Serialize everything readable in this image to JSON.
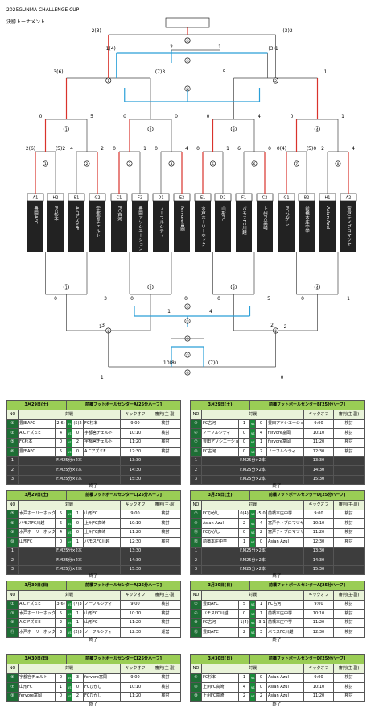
{
  "title": "2025GUNMA CHALLENGE CUP",
  "subtitle": "決勝トーナメント",
  "teams": [
    {
      "seed": "A1",
      "name": "豊田AFC"
    },
    {
      "seed": "H2",
      "name": "FC杉本"
    },
    {
      "seed": "B1",
      "name": "A.CアズミE"
    },
    {
      "seed": "G2",
      "name": "宇都宮チェルト"
    },
    {
      "seed": "C1",
      "name": "FC古河"
    },
    {
      "seed": "F2",
      "name": "豊田アソシエーション"
    },
    {
      "seed": "D1",
      "name": "ノーフルシティ"
    },
    {
      "seed": "E2",
      "name": "fervore富岡"
    },
    {
      "seed": "E1",
      "name": "水戸ホーリーホック"
    },
    {
      "seed": "D2",
      "name": "山形FC"
    },
    {
      "seed": "F1",
      "name": "バモスFC川越"
    },
    {
      "seed": "C2",
      "name": "上州FC高崎"
    },
    {
      "seed": "G1",
      "name": "FCひがし"
    },
    {
      "seed": "B2",
      "name": "前橋本庄中学"
    },
    {
      "seed": "H1",
      "name": "Asian Azul"
    },
    {
      "seed": "A2",
      "name": "富戸ティブロマツヤ"
    }
  ],
  "upper_scores": {
    "r1": [
      "2(6)",
      "(5)2",
      "4",
      "2",
      "0",
      "1",
      "0",
      "4",
      "0",
      "1",
      "6",
      "0",
      "0(4)",
      "(5)0",
      "2",
      "4"
    ],
    "r2": [
      "0",
      "5",
      "0",
      "1",
      "0",
      "0",
      "1",
      "0",
      "0",
      "4",
      "1",
      "0",
      "0",
      "1",
      "2",
      "0"
    ],
    "sf": [
      "3(6)",
      "(7)3",
      "5",
      "1"
    ],
    "final": [
      "2(3)",
      "(3)2"
    ],
    "third": [
      "1(4)",
      "(3)1",
      "2",
      "1"
    ]
  },
  "lower_scores": {
    "r2": [
      "0",
      "1",
      "3",
      "0",
      "0",
      "2",
      "0",
      "5",
      "0",
      "1",
      "0",
      "0"
    ],
    "sf": [
      "1",
      "4",
      "3",
      "2",
      "1",
      "2"
    ],
    "final": [
      "0(8)",
      "(7)0",
      "1",
      "0",
      "1"
    ]
  },
  "schedules": [
    {
      "date": "3月29日(土)",
      "venue": "前橋フットボールセンターA[25分ハーフ]",
      "rows": [
        [
          "①",
          "豊田AFC",
          "2(6)",
          "(5)2",
          "FC杉本",
          "9:00",
          "検討"
        ],
        [
          "②",
          "A.CアズミE",
          "4",
          "0",
          "宇都宮チェルト",
          "10:10",
          "検討"
        ],
        [
          "⑤",
          "FC杉本",
          "0",
          "2",
          "宇都宮チェルト",
          "11:20",
          "検討"
        ],
        [
          "⑥",
          "豊田AFC",
          "5",
          "0",
          "A.CアズミE",
          "12:30",
          "検討"
        ]
      ],
      "fm": [
        [
          "1",
          "F.M25分×2本",
          "13:30"
        ],
        [
          "2",
          "F.M25分×2本",
          "14:30"
        ],
        [
          "3",
          "F.M25分×2本",
          "15:30"
        ]
      ],
      "end": "終了"
    },
    {
      "date": "3月29日(土)",
      "venue": "前橋フットボールセンターB[25分ハーフ]",
      "rows": [
        [
          "③",
          "FC古河",
          "1",
          "0",
          "豊田アソシエーション",
          "9:00",
          "検討"
        ],
        [
          "④",
          "ノーフルシティ",
          "0",
          "4",
          "fervore富岡",
          "10:10",
          "検討"
        ],
        [
          "⑦",
          "豊田アソシエーション",
          "0",
          "1",
          "fervore富岡",
          "11:20",
          "検討"
        ],
        [
          "⑧",
          "FC古河",
          "0",
          "2",
          "ノーフルシティ",
          "12:30",
          "検討"
        ]
      ],
      "fm": [
        [
          "1",
          "F.M25分×2本",
          "13:30"
        ],
        [
          "2",
          "F.M25分×2本",
          "14:30"
        ],
        [
          "3",
          "F.M25分×2本",
          "15:30"
        ]
      ],
      "end": "終了"
    },
    {
      "date": "3月29日(土)",
      "venue": "前橋フットボールセンターC[25分ハーフ]",
      "rows": [
        [
          "⑤",
          "水戸ホーリーホック",
          "5",
          "1",
          "山形FC",
          "9:00",
          "検討"
        ],
        [
          "⑥",
          "バモスFC川越",
          "6",
          "0",
          "上州FC高崎",
          "10:10",
          "検討"
        ],
        [
          "⑨",
          "水戸ホーリーホック",
          "4",
          "0",
          "上州FC高崎",
          "11:20",
          "検討"
        ],
        [
          "⑩",
          "山形FC",
          "0",
          "1",
          "バモスFC川越",
          "12:30",
          "検討"
        ]
      ],
      "fm": [
        [
          "1",
          "F.M25分×2本",
          "13:30"
        ],
        [
          "2",
          "F.M25分×2本",
          "14:30"
        ],
        [
          "3",
          "F.M25分×2本",
          "15:30"
        ]
      ],
      "end": "終了"
    },
    {
      "date": "3月29日(土)",
      "venue": "前橋フットボールセンターD[25分ハーフ]",
      "rows": [
        [
          "⑦",
          "FCひがし",
          "0(4)",
          "(5)0",
          "前橋本庄中学",
          "9:00",
          "検討"
        ],
        [
          "⑧",
          "Asian Azul",
          "2",
          "4",
          "富戸ティブロマツヤ",
          "10:10",
          "検討"
        ],
        [
          "⑪",
          "FCひがし",
          "0",
          "2",
          "富戸ティブロマツヤ",
          "11:20",
          "検討"
        ],
        [
          "⑫",
          "前橋本庄中学",
          "1",
          "0",
          "Asian Azul",
          "12:30",
          "検討"
        ]
      ],
      "fm": [
        [
          "1",
          "F.M25分×2本",
          "13:30"
        ],
        [
          "2",
          "F.M25分×2本",
          "14:30"
        ],
        [
          "3",
          "F.M25分×2本",
          "15:30"
        ]
      ],
      "end": "終了"
    },
    {
      "date": "3月30日(日)",
      "venue": "前橋フットボールセンターA[25分ハーフ]",
      "rows": [
        [
          "①",
          "A.CアズミE",
          "3(6)",
          "(7)3",
          "ノーフルシティ",
          "9:00",
          "検討"
        ],
        [
          "③",
          "水戸ホーリーホック",
          "5",
          "1",
          "山形FC",
          "10:10",
          "検討"
        ],
        [
          "⑨",
          "A.CアズミE",
          "2",
          "1",
          "山形FC",
          "11:20",
          "検討"
        ],
        [
          "⑪",
          "水戸ホーリーホック",
          "3",
          "(2)3",
          "ノーフルシティ",
          "12:30",
          "運営"
        ]
      ],
      "fm": [],
      "end": "終了"
    },
    {
      "date": "3月30日(日)",
      "venue": "前橋フットボールセンターA[25分ハーフ]",
      "rows": [
        [
          "②",
          "豊田AFC",
          "5",
          "1",
          "FC古河",
          "9:00",
          "検討"
        ],
        [
          "④",
          "バモスFC川越",
          "0",
          "1",
          "前橋本庄中学",
          "10:10",
          "検討"
        ],
        [
          "⑩",
          "FC古河",
          "1(4)",
          "(3)1",
          "前橋本庄中学",
          "11:20",
          "検討"
        ],
        [
          "⑫",
          "豊田AFC",
          "2",
          "3",
          "バモスFC川越",
          "12:30",
          "検討"
        ]
      ],
      "fm": [],
      "end": "終了"
    },
    {
      "date": "3月30日(日)",
      "venue": "前橋フットボールセンターC[25分ハーフ]",
      "rows": [
        [
          "⑤",
          "宇都宮チェルト",
          "0",
          "3",
          "fervore富岡",
          "9:00",
          "検討"
        ],
        [
          "⑦",
          "山形FC",
          "1",
          "0",
          "FCひがし",
          "10:10",
          "検討"
        ],
        [
          "⑨",
          "fervore富岡",
          "0",
          "2",
          "FCひがし",
          "11:20",
          "検討"
        ]
      ],
      "fm": [],
      "end": "終了"
    },
    {
      "date": "3月30日(日)",
      "venue": "前橋フットボールセンターD[25分ハーフ]",
      "rows": [
        [
          "⑥",
          "FC杉本",
          "1",
          "0",
          "Asian Azul",
          "9:00",
          "検討"
        ],
        [
          "⑧",
          "上州FC高崎",
          "4",
          "0",
          "Asian Azul",
          "10:10",
          "検討"
        ],
        [
          "⑩",
          "上州FC高崎",
          "2",
          "2",
          "Asian Azul",
          "11:20",
          "検討"
        ]
      ],
      "fm": [],
      "end": "終了"
    }
  ]
}
